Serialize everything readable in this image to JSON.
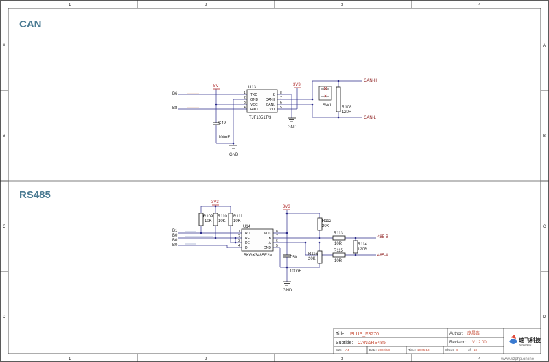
{
  "frame": {
    "cols": [
      "1",
      "2",
      "3",
      "4"
    ],
    "rows": [
      "A",
      "B",
      "C",
      "D"
    ]
  },
  "sections": {
    "can": "CAN",
    "rs485": "RS485"
  },
  "can": {
    "net_tx": "B6",
    "net_rx": "B8",
    "power_5v": "5V",
    "power_3v3": "3V3",
    "gnd_1": "GND",
    "gnd_2": "GND",
    "ic_ref": "U13",
    "ic_part": "TJF1051T/3",
    "ic_pins_left": [
      "TXD",
      "GND",
      "VCC",
      "RXD"
    ],
    "ic_pins_left_num": [
      "1",
      "2",
      "3",
      "4"
    ],
    "ic_pins_right": [
      "S",
      "CANH",
      "CANL",
      "VIO"
    ],
    "ic_pins_right_num": [
      "8",
      "7",
      "6",
      "5"
    ],
    "cap_ref": "C49",
    "cap_val": "100nF",
    "switch_ref": "SW1",
    "res_ref": "R108",
    "res_val": "120R",
    "out_h": "CAN-H",
    "out_l": "CAN-L"
  },
  "rs485": {
    "net_ro": "B1",
    "net_re": "B0",
    "net_re2": "B0",
    "net_de": "B0",
    "power_3v3_a": "3V3",
    "power_3v3_b": "3V3",
    "gnd_1": "GND",
    "r109_ref": "R109",
    "r109_val": "10K",
    "r110_ref": "R110",
    "r110_val": "10K",
    "r111_ref": "R111",
    "r111_val": "10K",
    "ic_ref": "U14",
    "ic_part": "BKGX3485E2M",
    "ic_pins_left": [
      "RO",
      "RE",
      "DE",
      "DI"
    ],
    "ic_pins_left_num": [
      "1",
      "2",
      "3",
      "4"
    ],
    "ic_pins_right": [
      "VCC",
      "B",
      "A",
      "GND"
    ],
    "ic_pins_right_num": [
      "8",
      "7",
      "6",
      "5"
    ],
    "cap_ref": "C50",
    "cap_val": "100nF",
    "r112_ref": "R112",
    "r112_val": "20K",
    "r113_ref": "R113",
    "r113_val": "10R",
    "r114_ref": "R114",
    "r114_val": "120R",
    "r115_ref": "R115",
    "r115_val": "10R",
    "r116_ref": "R116",
    "r116_val": "20K",
    "out_b": "485-B",
    "out_a": "485-A"
  },
  "title_block": {
    "title_label": "Title:",
    "title_value": "PLUS_F3270",
    "author_label": "Author:",
    "author_value": "庞晨鑫",
    "subtitle_label": "Subtitle:",
    "subtitle_value": "CAN&RS485",
    "revision_label": "Revision:",
    "revision_value": "V1.2.00",
    "size_label": "Size:",
    "size_value": "A4",
    "date_label": "Date:",
    "date_value": "2022/4/8",
    "time_label": "Time:",
    "time_value": "10:05:13",
    "sheet_label": "Sheet:",
    "sheet_value": "6",
    "of_label": "of",
    "of_value": "18",
    "logo_text": "速飞科技",
    "logo_sub": "SUSHITECH"
  },
  "watermark": "www.kzphp.online",
  "colors": {
    "wire": "#2b2b8a",
    "section_title": "#4a7a92",
    "power": "#b02b2b",
    "component": "#1a1a1a",
    "title_red": "#c8503a"
  }
}
